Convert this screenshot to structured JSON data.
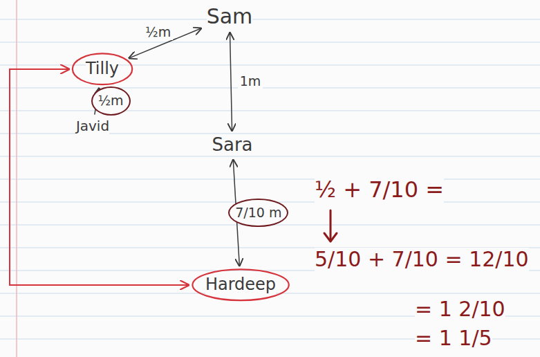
{
  "diagram": {
    "nodes": [
      {
        "text": [
          "Sam"
        ]
      },
      {
        "text": [
          "Tilly"
        ]
      },
      {
        "text": [
          "Javid"
        ]
      },
      {
        "text": [
          "Sara"
        ]
      },
      {
        "text": [
          "Hardeep"
        ]
      }
    ],
    "edges": [
      {
        "from": 1,
        "to": 0,
        "arrow": "both",
        "label": "½m"
      },
      {
        "from": 0,
        "to": 3,
        "arrow": "both",
        "label": "1m"
      },
      {
        "from": 2,
        "to": 1,
        "arrow": "to",
        "label": "½m"
      },
      {
        "from": 3,
        "to": 4,
        "arrow": "both",
        "label": "7/10 m"
      },
      {
        "from": 1,
        "to": 4,
        "arrow": "both"
      }
    ],
    "labels": [
      "½ + 7/10 =",
      "5/10 + 7/10 = 12/10",
      "= 1 2/10",
      "= 1 1/5"
    ]
  }
}
